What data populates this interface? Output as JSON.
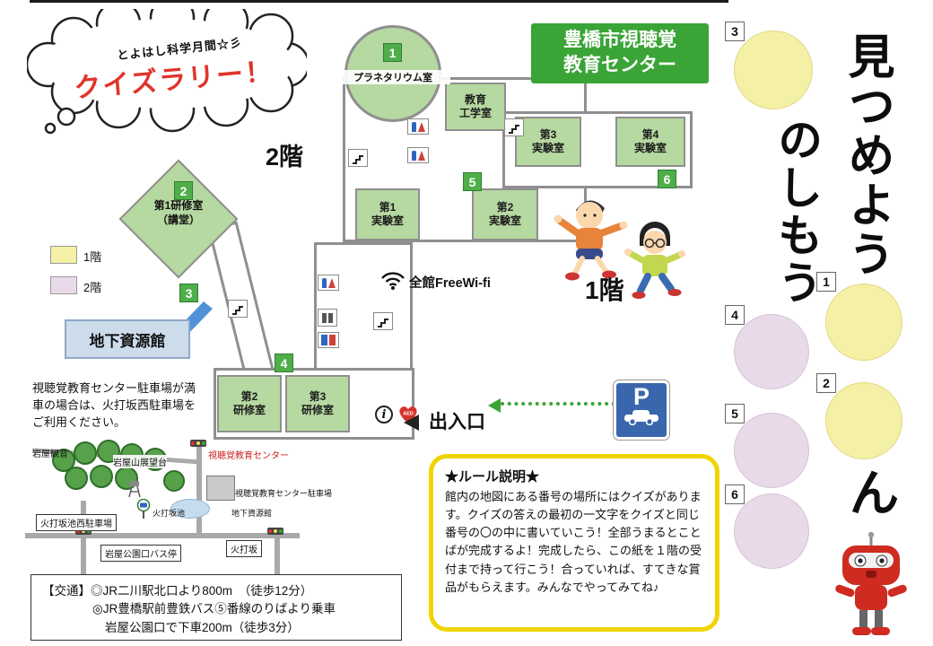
{
  "header": {
    "bubble_small": "とよはし科学月間☆彡",
    "bubble_title": "クイズラリー！",
    "center_title_line1": "豊橋市視聴覚",
    "center_title_line2": "教育センター"
  },
  "answer_panel": {
    "phrase_right": "見つめよう",
    "phrase_left": "のしもう",
    "phrase_tail": "ん",
    "circle_labels": {
      "c1": "1",
      "c2": "2",
      "c3": "3",
      "c4": "4",
      "c5": "5",
      "c6": "6"
    }
  },
  "floorplan": {
    "floor2_badge": "2階",
    "floor1_badge": "1階",
    "legend_1f": "1階",
    "legend_2f": "2階",
    "wifi_text": "全館FreeWi-fi",
    "entrance_label": "出入口",
    "aed_label": "AED",
    "info_label": "i",
    "parking_sign": "P",
    "basement_label": "地下資源館",
    "parking_note": "視聴覚教育センター駐車場が満車の場合は、火打坂西駐車場をご利用ください。",
    "rooms": {
      "planetarium": "プラネタリウム室",
      "edu_tech": {
        "l1": "教育",
        "l2": "工学室"
      },
      "lab1": {
        "l1": "第1",
        "l2": "実験室"
      },
      "lab2": {
        "l1": "第2",
        "l2": "実験室"
      },
      "lab3": {
        "l1": "第3",
        "l2": "実験室"
      },
      "lab4": {
        "l1": "第4",
        "l2": "実験室"
      },
      "seminar1": {
        "l1": "第1研修室",
        "l2": "（講堂）"
      },
      "seminar2": {
        "l1": "第2",
        "l2": "研修室"
      },
      "seminar3": {
        "l1": "第3",
        "l2": "研修室"
      }
    },
    "markers": {
      "m1": "1",
      "m2": "2",
      "m3": "3",
      "m4": "4",
      "m5": "5",
      "m6": "6"
    }
  },
  "street_map": {
    "iwaya_kannon": "岩屋観音",
    "observatory": "岩屋山展望台",
    "center": "視聴覚教育センター",
    "center_parking": "視聴覚教育センター駐車場",
    "basement": "地下資源館",
    "pond": "火打坂池",
    "west_parking": "火打坂池西駐車場",
    "bus_stop": "岩屋公園口バス停",
    "hiuchizaka": "火打坂"
  },
  "access": {
    "line1": "【交通】◎JR二川駅北口より800m　（徒歩12分）",
    "line2": "◎JR豊橋駅前豊鉄バス⑤番線のりばより乗車",
    "line3": "岩屋公園口で下車200m（徒歩3分）"
  },
  "rules": {
    "title": "★ルール説明★",
    "body": "館内の地図にある番号の場所にはクイズがあります。クイズの答えの最初の一文字をクイズと同じ番号の〇の中に書いていこう！全部うまるとことばが完成するよ！完成したら、この紙を１階の受付まで持って行こう！合っていれば、すてきな賞品がもらえます。みんなでやってみてね♪"
  },
  "colors": {
    "room_green": "#b6d8a1",
    "marker_green": "#4fae49",
    "header_green": "#3aa437",
    "circle_yellow": "#f4f0a5",
    "circle_pink": "#e9dae9",
    "basement_blue": "#ccdceb",
    "wall_gray": "#8f8f8f"
  }
}
